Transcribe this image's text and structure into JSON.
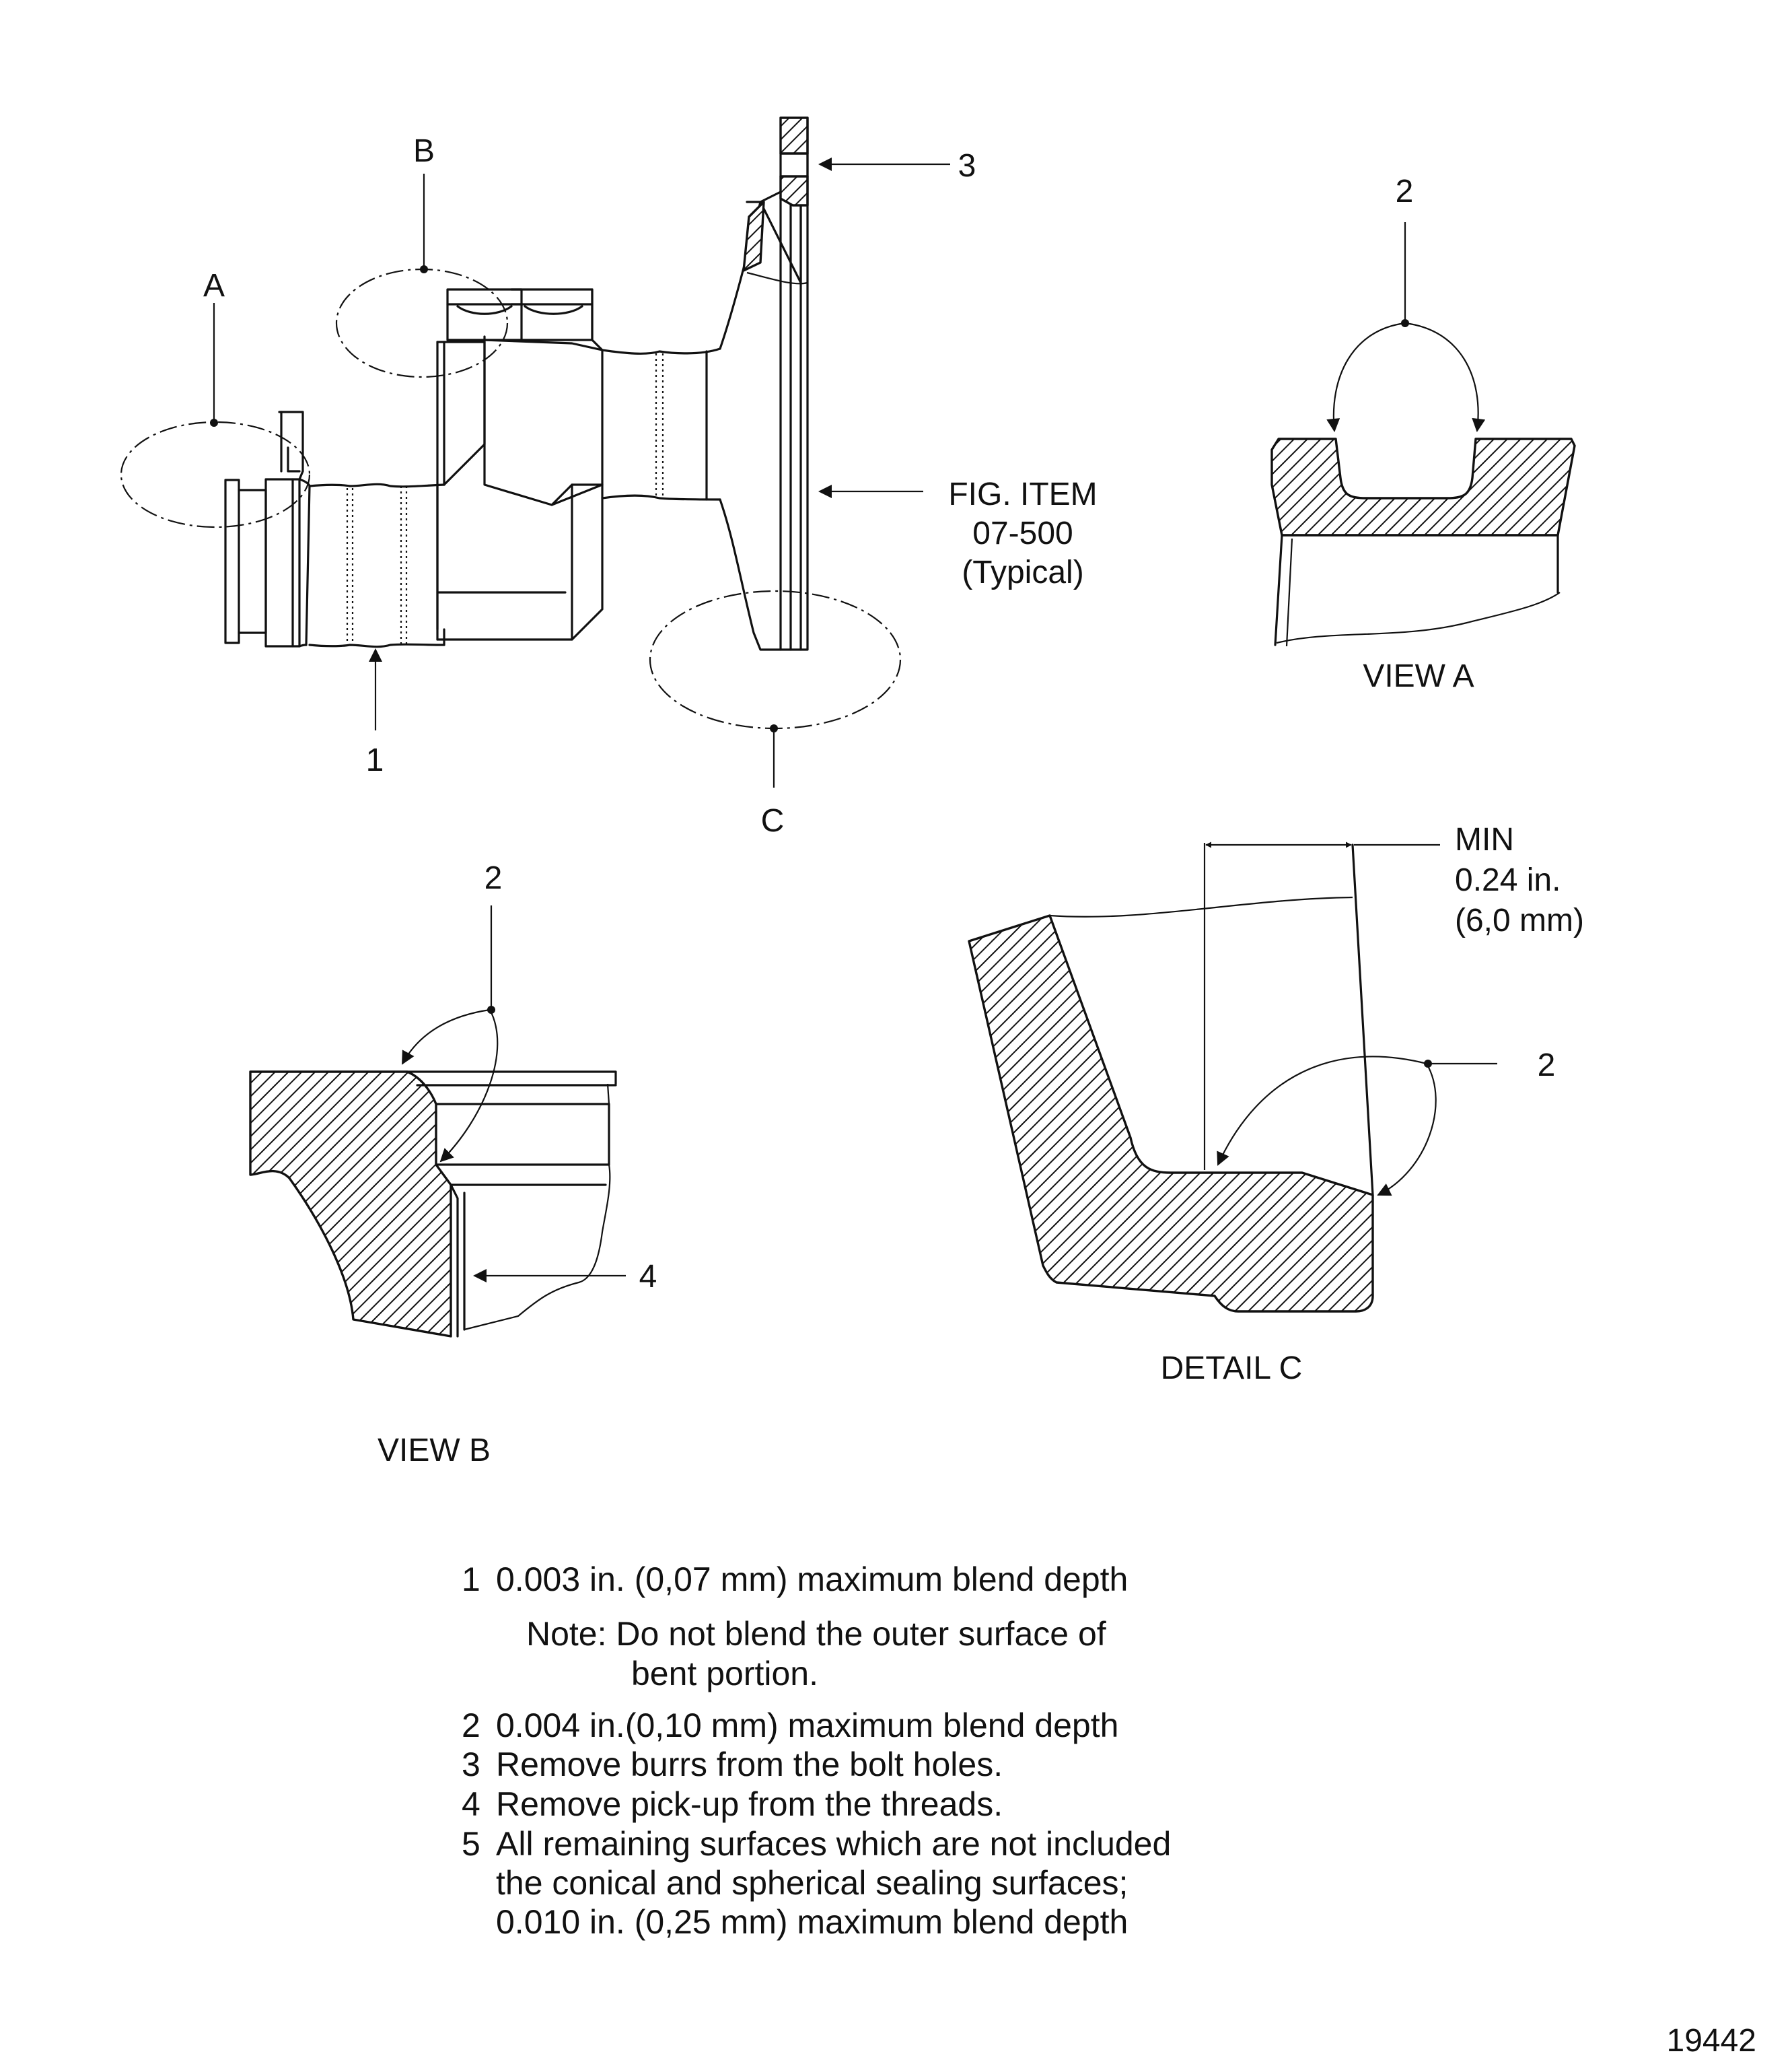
{
  "main_view": {
    "callout_a": "A",
    "callout_b": "B",
    "callout_c": "C",
    "item_1": "1",
    "item_3": "3",
    "fig_item_line1": "FIG. ITEM",
    "fig_item_line2": "07-500",
    "fig_item_line3": "(Typical)"
  },
  "view_a": {
    "item_2": "2",
    "caption": "VIEW  A"
  },
  "view_b": {
    "item_2": "2",
    "item_4": "4",
    "caption": "VIEW  B"
  },
  "detail_c": {
    "min_line1": "MIN",
    "min_line2": "0.24 in.",
    "min_line3": "(6,0 mm)",
    "item_2": "2",
    "caption": "DETAIL  C"
  },
  "notes": [
    {
      "num": "1",
      "text": "0.003 in. (0,07 mm) maximum blend depth"
    },
    {
      "num": "",
      "text": "Note: Do not blend the outer surface of"
    },
    {
      "num": "",
      "text": "bent portion."
    },
    {
      "num": "2",
      "text": "0.004 in.(0,10 mm) maximum blend depth"
    },
    {
      "num": "3",
      "text": "Remove burrs from the bolt holes."
    },
    {
      "num": "4",
      "text": "Remove pick-up from the threads."
    },
    {
      "num": "5",
      "text": "All remaining surfaces which are not included"
    },
    {
      "num": "",
      "text": "the conical and spherical sealing surfaces;"
    },
    {
      "num": "",
      "text": "0.010 in. (0,25 mm) maximum blend depth"
    }
  ],
  "figure_number": "19442"
}
